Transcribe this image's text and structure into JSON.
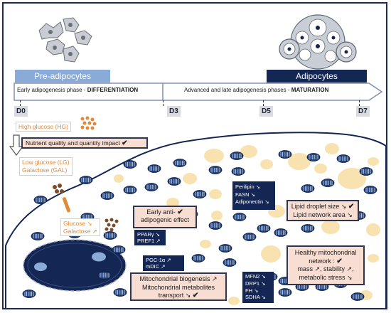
{
  "stages": {
    "pre_adipocytes": "Pre-adipocytes",
    "adipocytes": "Adipocytes"
  },
  "timeline": {
    "early_phase_prefix": "Early adipogenesis phase - ",
    "early_phase_bold": "DIFFERENTIATION",
    "late_phase_prefix": "Advanced and late adipogenesis phases - ",
    "late_phase_bold": "MATURATION",
    "days": [
      "D0",
      "D3",
      "D5",
      "D7"
    ]
  },
  "conditions": {
    "high_glucose": "High glucose (HG)",
    "impact": "Nutrient quality and quantity impact",
    "low_glucose": "Low glucose (LG)",
    "galactose": "Galactose (GAL)",
    "check_mark": "✔"
  },
  "uptake": {
    "glucose": "Glucose ↘",
    "galactose": "Galactose ↗"
  },
  "markers": {
    "early_effect": [
      "Early anti-",
      "adipogenic effect"
    ],
    "pparg_pref1": [
      "PPARγ ↘",
      "PREF1 ↗"
    ],
    "pgc_mdic": [
      "PGC-1α ↗",
      "mDIC ↗"
    ],
    "mito_biogenesis": [
      "Mitochondrial biogenesis ↗",
      "Mitochondrial metabolites",
      "transport ↘"
    ],
    "perilipin": [
      "Perilipin ↘",
      "FASN ↘",
      "Adiponectin ↘"
    ],
    "lipid_droplet": [
      "Lipid droplet size ↘",
      "Lipid network area ↘"
    ],
    "healthy_network": [
      "Healthy mitochondrial",
      "network :",
      "mass ↗, stability ↗,",
      "metabolic stress ↘"
    ],
    "mfn2": [
      "MFN2 ↘",
      "DRP1 ↘",
      "FH ↘",
      "SDHA ↘"
    ]
  },
  "colors": {
    "navy": "#132654",
    "pre_adipocyte_bar": "#8aaad8",
    "orange_text": "#e08a3a",
    "peach": "#f8ddd2",
    "lipid": "#f7e2b0"
  }
}
